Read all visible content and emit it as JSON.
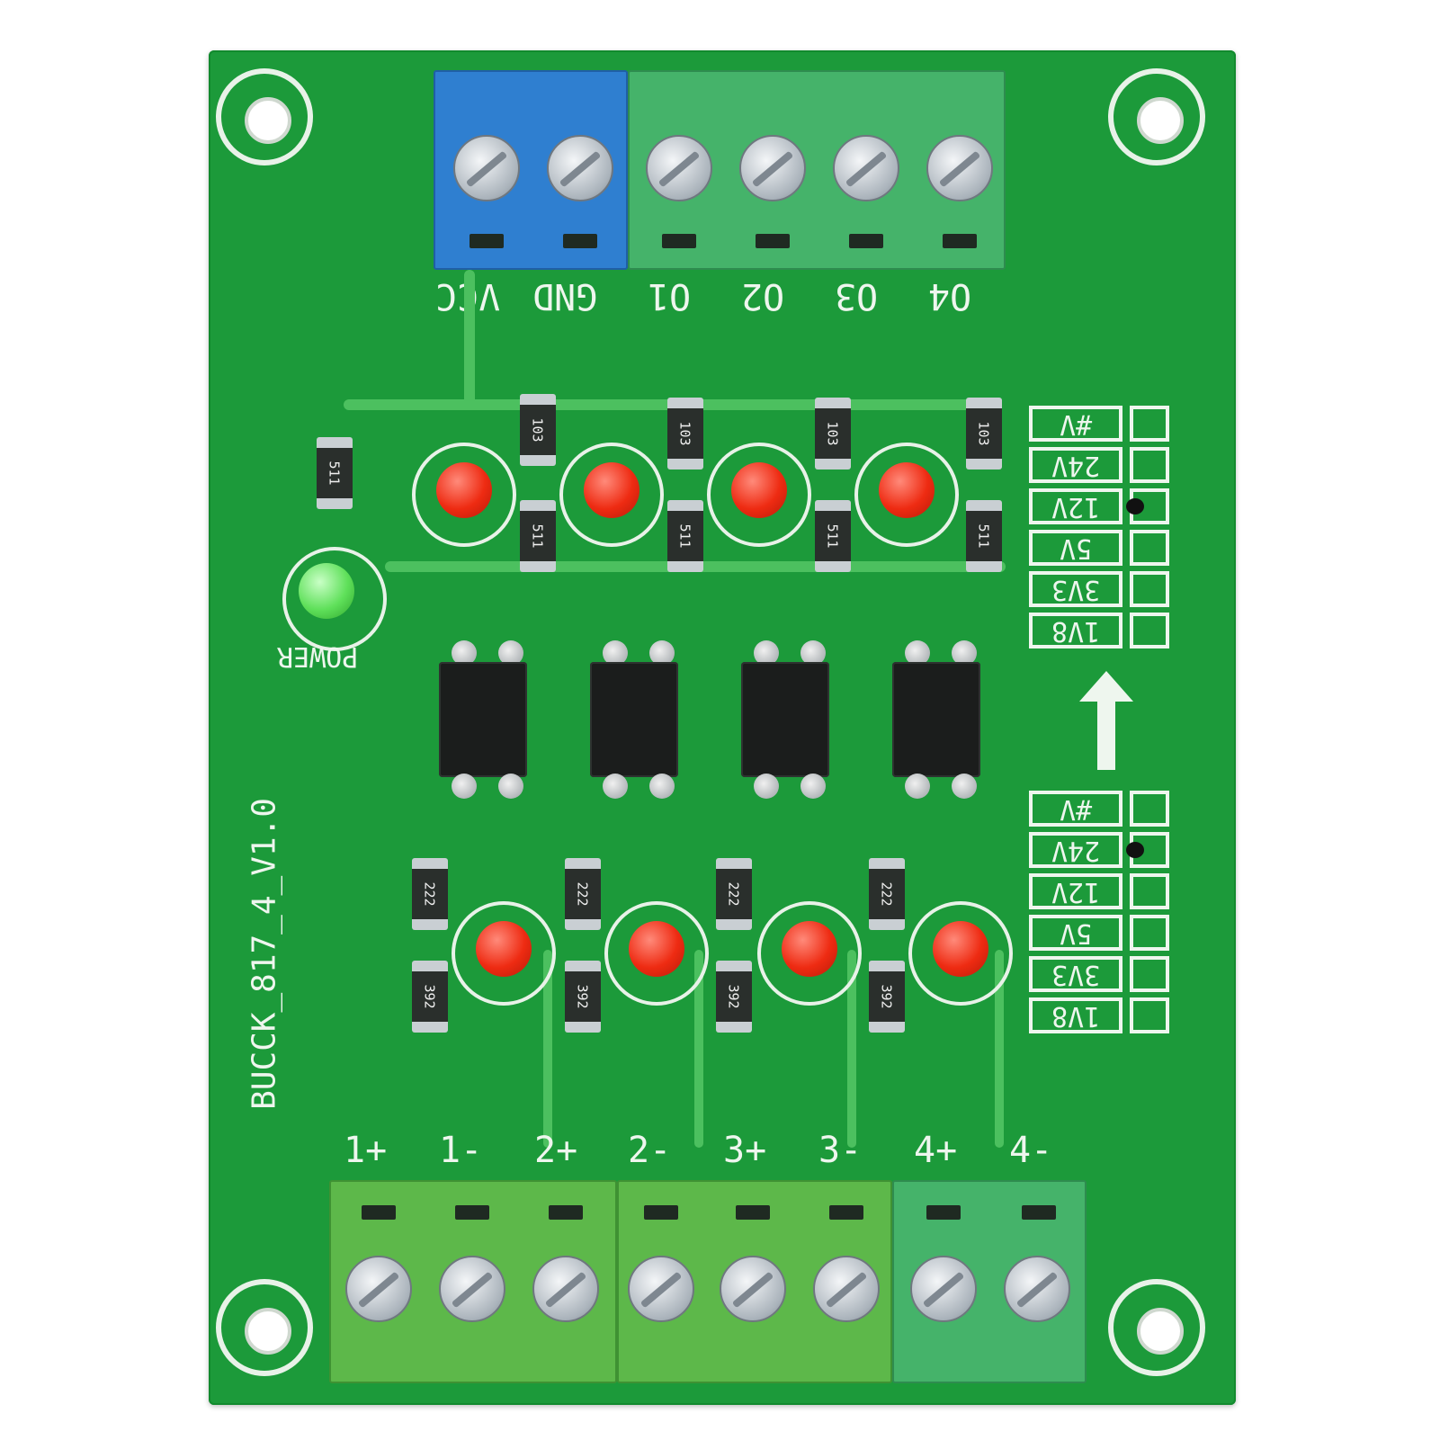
{
  "board": {
    "name": "BUCCK_817_4_V1.0",
    "power_label": "POWER",
    "output_labels": [
      "VCC",
      "GND",
      "O1",
      "O2",
      "O3",
      "O4"
    ],
    "input_labels": [
      "1+",
      "1-",
      "2+",
      "2-",
      "3+",
      "3-",
      "4+",
      "4-"
    ],
    "voltage_options": [
      "#V",
      "24V",
      "12V",
      "5V",
      "3V3",
      "1V8"
    ],
    "upper_table_selected": "12V",
    "lower_table_selected": "24V",
    "resistor_codes": {
      "upper_top": "103",
      "upper_bottom": "511",
      "power": "511",
      "lower_top": "222",
      "lower_bottom": "392"
    },
    "colors": {
      "pcb": "#1c9a3a",
      "blue_terminal": "#2f7fd0",
      "green_terminal": "#45b36a",
      "led_red": "#ee2b12",
      "led_green": "#5fe05a"
    }
  }
}
